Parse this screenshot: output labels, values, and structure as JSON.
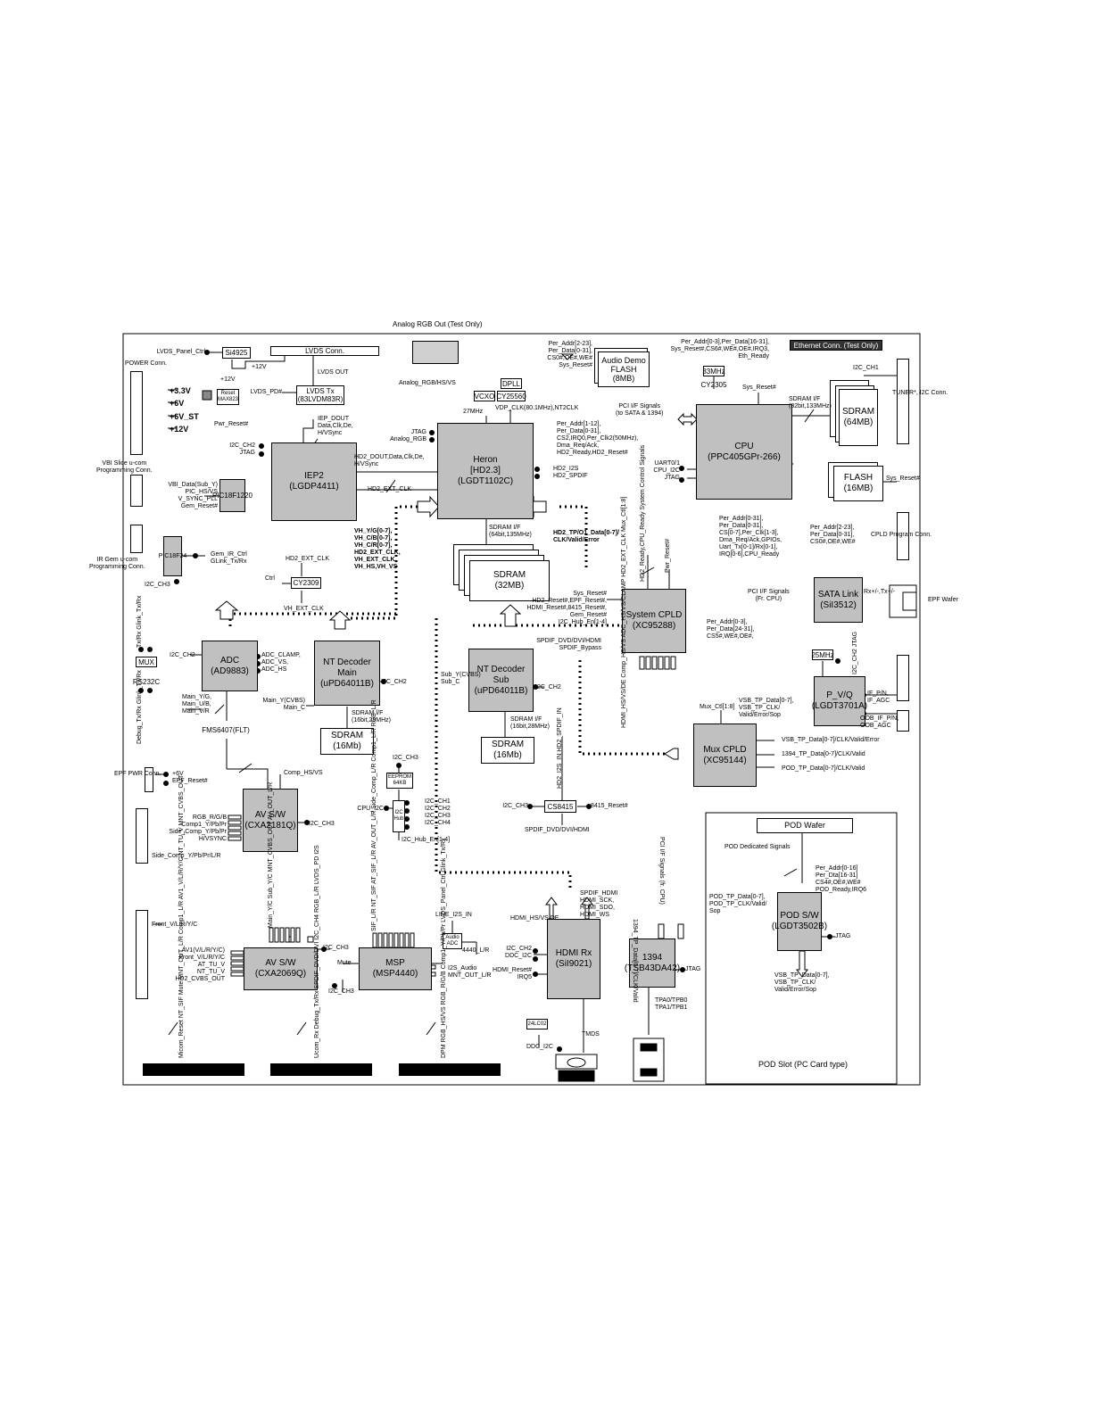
{
  "title": "Analog RGB Out (Test Only)",
  "blocks": {
    "heron": "Heron\n[HD2.3]\n(LGDT1102C)",
    "cpu": "CPU\n(PPC405GPr-266)",
    "iep2": "IEP2\n(LGDP4411)",
    "lvds_tx": "LVDS Tx\n(83LVDM83R)",
    "sdram_heron": "SDRAM\n(32MB)",
    "sdram_cpu": "SDRAM\n(64MB)",
    "flash_cpu": "FLASH\n(16MB)",
    "audio_flash": "Audio Demo\nFLASH\n(8MB)",
    "system_cpld": "System CPLD\n(XC95288)",
    "mux_cpld": "Mux CPLD\n(XC95144)",
    "sata_link": "SATA Link\n(SiI3512)",
    "pvq": "P_V/Q\n(LGDT3701A)",
    "adc": "ADC\n(AD9883)",
    "nt_main": "NT Decoder\nMain\n(uPD64011B)",
    "nt_sub": "NT Decoder\nSub\n(uPD64011B)",
    "sdram_main": "SDRAM\n(16Mb)",
    "sdram_sub": "SDRAM\n(16Mb)",
    "av_sw_top": "AV S/W\n(CXA2181Q)",
    "av_sw_bottom": "AV S/W\n(CXA2069Q)",
    "msp": "MSP\n(MSP4440)",
    "hdmi_rx": "HDMI Rx\n(SiI9021)",
    "ieee1394": "1394\n(TSB43DA42)",
    "pod_sw": "POD S/W\n(LGDT3502B)",
    "pic_top": "PIC18F1220",
    "pic_ir": "PIC18F24",
    "si4925": "Si4925",
    "cy2309": "CY2309",
    "vcxo": "VCXO",
    "dpll": "DPLL",
    "cy25560": "CY25560",
    "osc_33": "33MHz",
    "cy2305": "CY2305",
    "mux_small": "MUX",
    "rs232c": "RS232C",
    "fms": "FMS6407(FLT)",
    "cs8415": "CS8415",
    "i2c_hub": "I2C\nHub",
    "eeprom": "EEPROM\n64KB",
    "audio_adc": "Audio\nADC",
    "eeprom_24lc": "24LC02",
    "osc_25": "25MHz",
    "reset_ic": "Reset\nMAX823",
    "lvds_conn": "LVDS Conn.",
    "ethernet_conn": "Ethernet Conn. (Test Only)",
    "pod_wafer": "POD Wafer",
    "pod_slot": "POD Slot (PC Card type)"
  },
  "labels": {
    "lvds_panel_ctrl": "LVDS_Panel_Ctrl",
    "power_conn": "POWER Conn.",
    "p12v_a": "+12V",
    "p12v_b": "+12V",
    "lvds_out": "LVDS OUT",
    "lvds_pd": "LVDS_PD#",
    "pwr_reset": "Pwr_Reset#",
    "v33": "+3.3V",
    "v6": "+6V",
    "v6st": "+6V_ST",
    "v12": "+12V",
    "iep_dout": "IEP_DOUT\nData,Clk,De,\nH/VSync",
    "i2c_ch2_jtag": "I2C_CH2\nJTAG",
    "analog_rgb_hsvs": "Analog_RGB/HS/VS",
    "mhz27": "27MHz",
    "vdp_clk": "VDP_CLK(80.1MHz),NT2CLK",
    "jtag_heron": "JTAG",
    "analog_rgb": "Analog_RGB",
    "hd2_dout": "HD2_DOUT,Data,Clk,De,\nH/VSync",
    "hd2_ext_clk_a": "HD2_EXT_CLK",
    "vbi_slice": "VBI Slice u-com\nProgramming Conn.",
    "vbi_data": "VBI_Data(Sub_Y)\nPIC_HS/VS\nV_SYNC_PLL\nGem_Reset#",
    "ir_gem": "IR Gem u-com\nProgramming Conn.",
    "gem_ir": "Gem_IR_Ctrl\nGLink_Tx/Rx",
    "i2c_ch3_a": "I2C_CH3",
    "hd2_ext_clk_b": "HD2_EXT_CLK",
    "ctrl": "Ctrl",
    "vh_ext_clk": "VH_EXT_CLK",
    "vh_bus": "VH_Y/G[0-7],\nVH_C/B[0-7],\nVH_C/R[0-7],\nHD2_EXT_CLK,\nVH_EXT_CLK,\nVH_HS,VH_VS",
    "per_addr_audio": "Per_Addr[2-23],\nPer_Data[0-31],\nCS0#,OE#,WE#\nSys_Reset#",
    "per_addr_heron": "Per_Addr[1-12],\nPer_Data[0-31],\nCS2,IRQ0,Per_Clk2(50MHz),\nDma_Req/Ack,\nHD2_Ready,HD2_Reset#",
    "hd2_i2s": "HD2_I2S\nHD2_SPDIF",
    "sdram_if_heron": "SDRAM I/F\n(64bit,135MHz)",
    "hd2_tp": "HD2_TP/O1_Data[0-7]/\nCLK/Valid/Error",
    "per_addr_eth": "Per_Addr[0-3],Per_Data[16-31],\nSys_Reset#,CS6#,WE#,OE#,IRQ3,\nEth_Ready",
    "pci_signals": "PCI I/F Signals\n(to SATA & 1394)",
    "sys_reset_cpu": "Sys_Reset#",
    "sdram_if_cpu": "SDRAM I/F\n(32bit,133MHz)",
    "i2c_ch1_tuner": "I2C_CH1",
    "tuner": "TUNER*, I2C Conn.",
    "uart": "UART0/1\nCPU_I2C\nJTAG",
    "sys_reset_flash": "Sys_Reset#",
    "per_addr_cpu": "Per_Addr[0-31],\nPer_Data[0-31],\nCS[0-7],Per_Clk[1-3],\nDma_Req/Ack,GPIOs,\nUart_Tx[0-1]/Rx[0-1],\nIRQ[0-6],CPU_Ready",
    "per_addr_cpld": "Per_Addr[2-23],\nPer_Data[0-31],\nCS0#,OE#,WE#",
    "cpld_prog": "CPLD Program Conn.",
    "hd2_ready_sys": "HD2_Ready,CPU_Ready\nSystem Control Signals",
    "pwr_reset_v": "Pwr_Reset#",
    "sys_reset_multi": "Sys_Reset#\nHD2_Reset#,EPF_Reset#,\nHDMI_Reset#,8415_Reset#,\nGem_Reset#\nI2C_Hub_En[1-4]",
    "spdif_dvd": "SPDIF_DVD/DVI/HDMI\nSPDIF_Bypass",
    "per_addr_sys": "Per_Addr[0-3],\nPer_Data[24-31],\nCS5#,WE#,OE#,",
    "sys_cpld_bottom": "HDMI_HS/VS/DE\nComp_HS/VS\nADC_HS/VS/CLAMP\nHD2_EXT_CLK\nMux_Ctl[1:8]",
    "pci_fr_cpu": "PCI I/F Signals\n(Fr. CPU)",
    "rx_tx": "Rx+/-,Tx+/-",
    "epf_wafer": "EPF Wafer",
    "i2c_ch2_jtag_pvq": "I2C_CH2\nJTAG",
    "if_pn": "IF_P/N,\nIF_AGC",
    "vsb_tp": "VSB_TP_Data[0-7],\nVSB_TP_CLK/\nValid/Error/Sop",
    "mux_ctl": "Mux_Ctl[1:8]",
    "oob_if": "OOB_IF_P/N,\nOOB_AGC",
    "mux_in": "VSB_TP_Data[0-7]/CLK/Valid/Error\n\n1394_TP_Data[0-7]/CLK/Valid\n\nPOD_TP_Data[0-7]/CLK/Valid",
    "i2c_ch2_adc": "I2C_CH2",
    "rxtx_glink": "Tx/Rx\nGlink_Tx/Rx",
    "adc_clamp": "ADC_CLAMP,\nADC_VS,\nADC_HS",
    "main_ygb": "Main_Y/G,\nMain_U/B,\nMain_V/R",
    "main_y_cvbs": "Main_Y(CVBS)\nMain_C",
    "i2c_ch2_nt": "I2C_CH2",
    "sdram_if_main": "SDRAM I/F\n(16bit,28MHz)",
    "sub_y": "Sub_Y(CVBS)\nSub_C",
    "i2c_ch2_ntsub": "I2C_CH2",
    "sdram_if_sub": "SDRAM I/F\n(16bit,28MHz)",
    "hd2_i2s_in": "HD2_I2S_IN\nHD2_SPDIF_IN",
    "debug": "Debug_Tx/Rx\nGlink_Tx/Rx",
    "epf_pwr": "EPF PWR Conn.",
    "v6_epf": "+6V\nEPF_Reset#",
    "comp_hsvs": "Comp_HS/VS",
    "rgb_in": "RGB_R/G/B\nComp1_Y/Pb/Pr\nSide_Comp_Y/Pb/Pr\nH/VSYNC",
    "i2c_ch3_av": "I2C_CH3",
    "side_comp": "Side_Comp_Y/Pb/Pr/L/R",
    "i2c_ch3_eep": "I2C_CH3",
    "cpu_i2c": "CPU_I2C",
    "i2c_ch_list": "I2C_CH1\nI2C_CH2\nI2C_CH3\nI2C_CH4",
    "i2c_hub_en": "I2C_Hub_En[1-4]",
    "i2c_ch3_cs": "I2C_CH3",
    "reset_8415": "8415_Reset#",
    "spdif_dvd_b": "SPDIF_DVD/DVI/HDMI",
    "tp_1394": "1394_TP_Data[0-7]/CLK/Valid",
    "pci_1394": "PCI I/F Signals (fr. CPU)",
    "pod_dedicated": "POD Dedicated Signals",
    "per_addr_pod": "Per_Addr[0-16]\nPer_Dta[16-31]\nCS4#,OE#,WE#\nPOD_Ready,IRQ6",
    "pod_tp": "POD_TP_Data[0-7],\nPOD_TP_CLK/Valid/\nSop",
    "jtag_pod": "JTAG",
    "vsb_tp_pod": "VSB_TP_Data[0-7],\nVSB_TP_CLK/\nValid/Error/Sop",
    "front_in": "Front_V/L/R/Y/C",
    "av_in": "AV1(V/L/R/Y/C)\nFront_V/L/R/Y/C\nAT_TU_V\nNT_TU_V\nHD2_CVBS_OUT",
    "av_top_sig": "Main_Y/C\nSub_Y/C\nMNT_CVBS_OUT\nAV_OUT_L/R",
    "i2c_ch3_msp": "I2C_CH3",
    "mute": "Mute",
    "i2c_ch3_msp2": "I2C_CH3",
    "msp_top_sig": "SIF_L/R\nNT_SIF\nAT_SIF_L/R\nAV_OUT_L/R\nSide_Comp_L/R\nComp1_L/R\nRGB_L/R",
    "line_i2s": "LINE_I2S_IN",
    "l4440": "4440_L/R",
    "i2s_audio": "I2S_Audio\nMNT_OUT_L/R",
    "hdmi_hs": "HDMI_HS/VS/DE",
    "spdif_hdmi": "SPDIF_HDMI\nHDMI_SCK,\nHDMI_SDO,\nHDMI_WS",
    "i2c_ch2_hdmi": "I2C_CH2\nDDC_I2C",
    "hdmi_reset": "HDMI_Reset#\nIRQ5",
    "jtag_1394": "JTAG",
    "tpa": "TPA0/TPB0\nTPA1/TPB1",
    "ddc": "DDC_I2C",
    "tmds": "TMDS",
    "bottom_1": "Micom_Reset\nNT_SIF\nMute\nMNT_OUT_L/R\nComp1_L/R\nAV1_V/L/R/Y/C\nNT_TU_V\nMNT_CVBS_OUT",
    "bottom_2": "Ucom_Rx\nDebug_Tx/Rx\nSPDIF_DVD/DVI\nI2C_CH4\nRGB_L/R\nLVDS_PD\nI2S",
    "bottom_3": "DPM\nRGB_HS/VS\nRGB_R/G/B\nComp1_Y/Pb/Pr\nLVDS_Panel_Ctrl\nGlink_Tx/Rx"
  }
}
